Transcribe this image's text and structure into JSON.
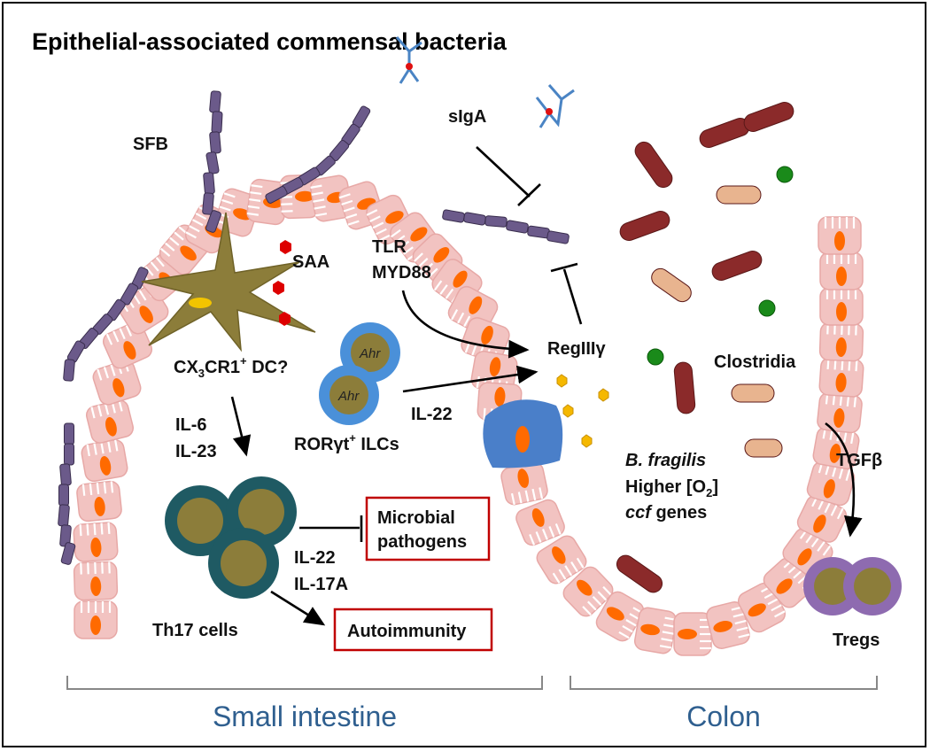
{
  "title": "Epithelial-associated commensal bacteria",
  "regions": {
    "small_intestine": "Small intestine",
    "colon": "Colon"
  },
  "labels": {
    "sfb": "SFB",
    "siga": "sIgA",
    "saa": "SAA",
    "tlr": "TLR",
    "myd88": "MYD88",
    "reg3g": "RegIIIγ",
    "dc_prefix": "CX",
    "dc_sub": "3",
    "dc_mid": "CR1",
    "dc_sup": "+",
    "dc_suffix": " DC?",
    "il6": "IL-6",
    "il23": "IL-23",
    "ahr": "Ahr",
    "ilc_prefix": "RORγt",
    "ilc_sup": "+",
    "ilc_suffix": " ILCs",
    "il22_ilc": "IL-22",
    "th17": "Th17 cells",
    "il22": "IL-22",
    "il17a": "IL-17A",
    "microbial_line1": "Microbial",
    "microbial_line2": "pathogens",
    "autoimmunity": "Autoimmunity",
    "clostridia": "Clostridia",
    "bfragilis": "B. fragilis",
    "higher_o2_prefix": "Higher [O",
    "higher_o2_sub": "2",
    "higher_o2_suffix": "]",
    "ccf_italic": "ccf",
    "ccf_suffix": " genes",
    "tgfb": "TGFβ",
    "tregs": "Tregs"
  },
  "colors": {
    "epithelium": "#f2c3c1",
    "nucleus": "#ff6a00",
    "sfb": "#5e4b7a",
    "dc": "#8c7d3a",
    "ilc": "#4a90d9",
    "th17": "#1f5a63",
    "treg": "#8e6bb0",
    "box_border": "#c00000",
    "rod_dark": "#8b2a2a",
    "rod_light": "#e8b48f",
    "coccus": "#1a8a1a",
    "saa": "#dd0000",
    "reg3g": "#f5b800",
    "region_text": "#2f5f8f"
  }
}
